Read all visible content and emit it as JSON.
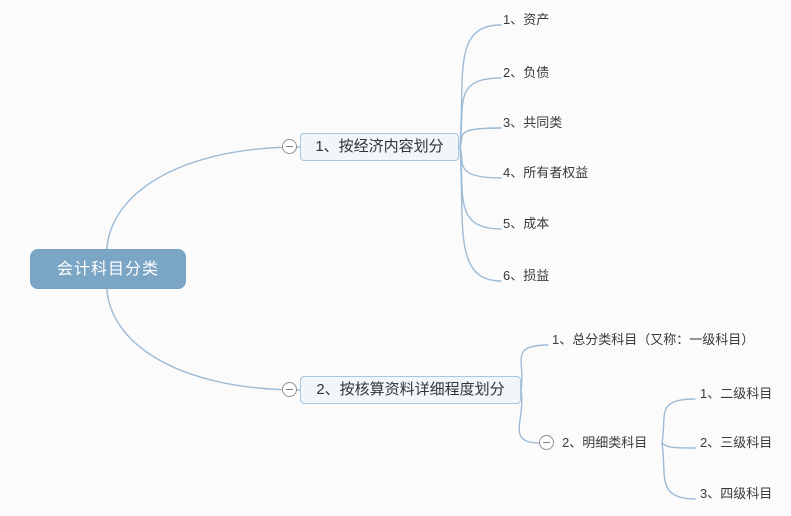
{
  "colors": {
    "line": "#9dbbd6",
    "root_fill": "#7ba5c4",
    "root_text": "#ffffff",
    "branch_fill": "#f0f6fa",
    "branch_border": "#a9c6dc",
    "leaf_text": "#3a3a3a",
    "background": "#fbfbfb"
  },
  "root": {
    "label": "会计科目分类"
  },
  "branches": [
    {
      "label": "1、按经济内容划分",
      "collapsed": false,
      "children": [
        {
          "label": "1、资产"
        },
        {
          "label": "2、负债"
        },
        {
          "label": "3、共同类"
        },
        {
          "label": "4、所有者权益"
        },
        {
          "label": "5、成本"
        },
        {
          "label": "6、损益"
        }
      ]
    },
    {
      "label": "2、按核算资料详细程度划分",
      "collapsed": false,
      "children": [
        {
          "label": "1、总分类科目（又称：一级科目）"
        },
        {
          "label": "2、明细类科目",
          "collapsed": false,
          "children": [
            {
              "label": "1、二级科目"
            },
            {
              "label": "2、三级科目"
            },
            {
              "label": "3、四级科目"
            }
          ]
        }
      ]
    }
  ]
}
